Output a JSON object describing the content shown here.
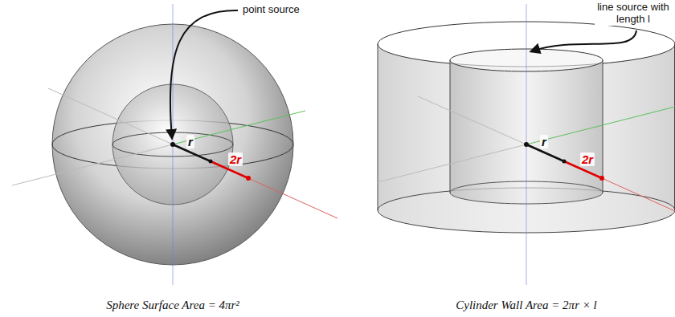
{
  "diagram": {
    "labels": [
      "point source",
      "r",
      "2r",
      "Sphere Surface Area = 4πr²",
      "line source with length l",
      "r",
      "2r",
      "Cylinder Wall Area = 2πr × l"
    ]
  }
}
